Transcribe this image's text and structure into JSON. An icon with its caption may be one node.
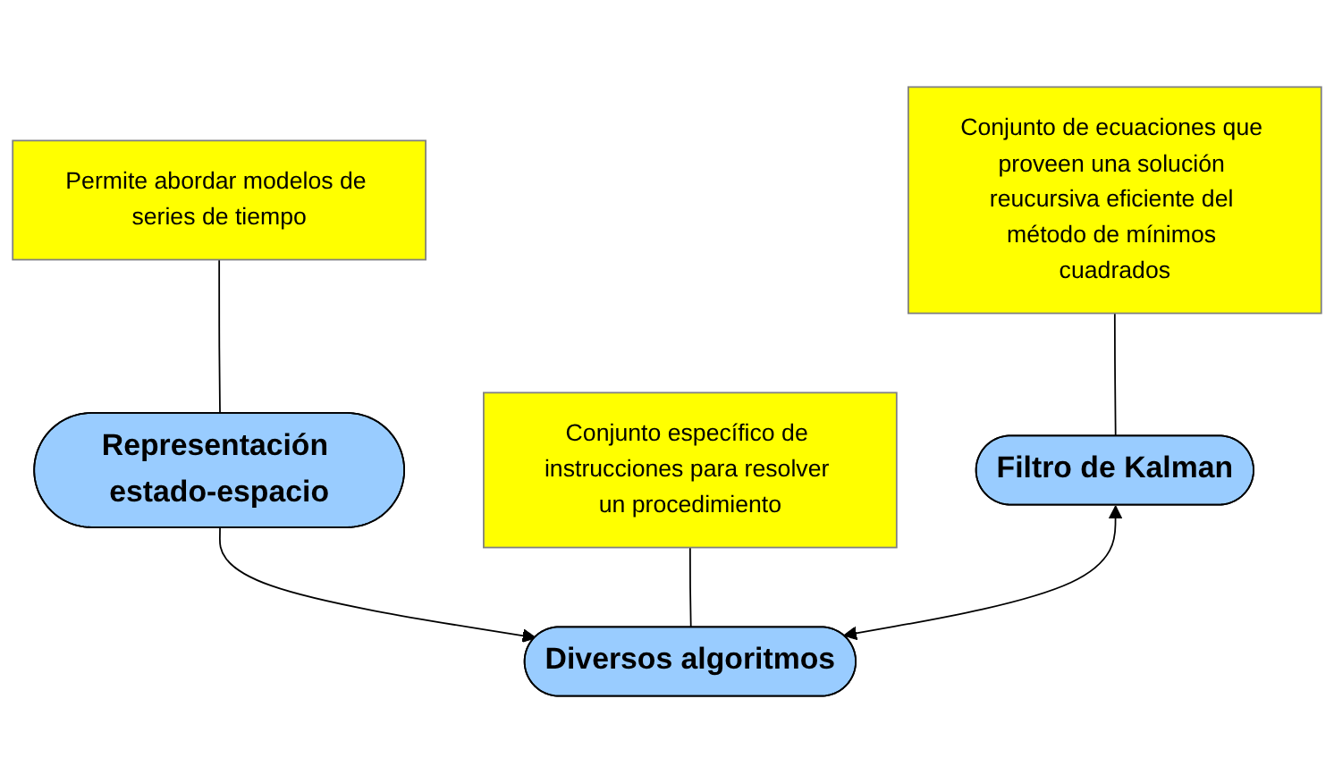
{
  "diagram": {
    "nodes": [
      {
        "text": [
          "Representación estado-espacio"
        ]
      },
      {
        "text": [
          "Permite abordar modelos de series de tiempo"
        ]
      },
      {
        "text": [
          "Diversos algoritmos"
        ]
      },
      {
        "text": [
          "Conjunto de ecuaciones que proveen una solución reucursiva eficiente del método de mínimos cuadrados"
        ]
      },
      {
        "text": [
          "Conjunto específico de instrucciones para resolver un procedimiento"
        ]
      },
      {
        "text": [
          "Filtro de Kalman"
        ]
      }
    ],
    "edges": [
      {
        "from": 1,
        "to": 0,
        "arrow": "none"
      },
      {
        "from": 0,
        "to": 2,
        "arrow": "to"
      },
      {
        "from": 3,
        "to": 5,
        "arrow": "none"
      },
      {
        "from": 4,
        "to": 2,
        "arrow": "none"
      },
      {
        "from": 5,
        "to": 2,
        "arrow": "both"
      }
    ]
  }
}
